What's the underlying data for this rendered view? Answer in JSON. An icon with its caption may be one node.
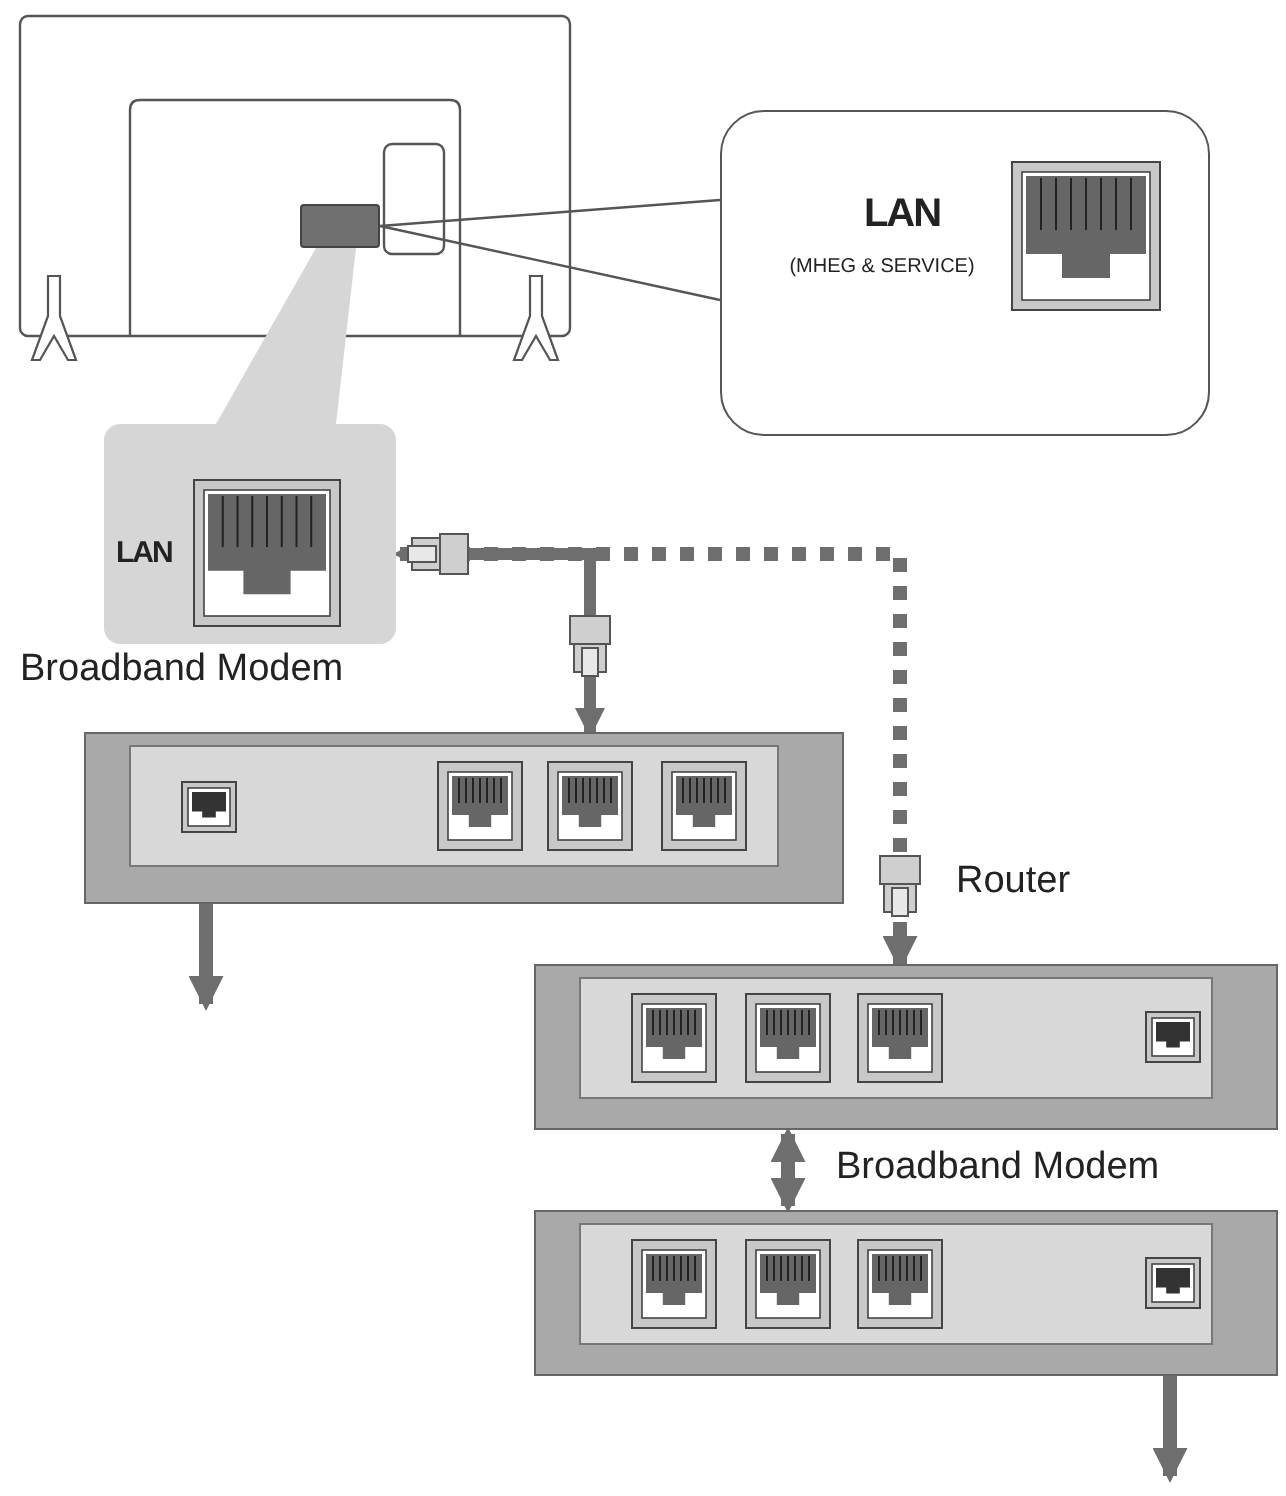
{
  "diagram": {
    "nodes": [
      {
        "text": [],
        "shape": "box"
      },
      {
        "text": [
          "LAN",
          "(MHEG & SERVICE)"
        ]
      },
      {
        "text": [
          "LAN"
        ],
        "beside": [
          "Broadband Modem"
        ]
      },
      {
        "text": [],
        "shape": "box"
      },
      {
        "text": [],
        "shape": "box"
      },
      {
        "text": [],
        "shape": "box"
      }
    ],
    "edges": [
      {
        "from": 0,
        "to": 1,
        "arrow": "none"
      },
      {
        "from": 0,
        "to": 2,
        "arrow": "none"
      },
      {
        "from": 3,
        "to": 2,
        "arrow": "both"
      },
      {
        "from": 4,
        "to": 2,
        "arrow": "both",
        "style": "dashed"
      },
      {
        "from": 4,
        "to": 5,
        "arrow": "both"
      },
      {
        "from": 3,
        "to": null,
        "arrow": "to"
      },
      {
        "from": 5,
        "to": null,
        "arrow": "to"
      }
    ],
    "labels": [
      "Router",
      "Broadband Modem"
    ]
  }
}
